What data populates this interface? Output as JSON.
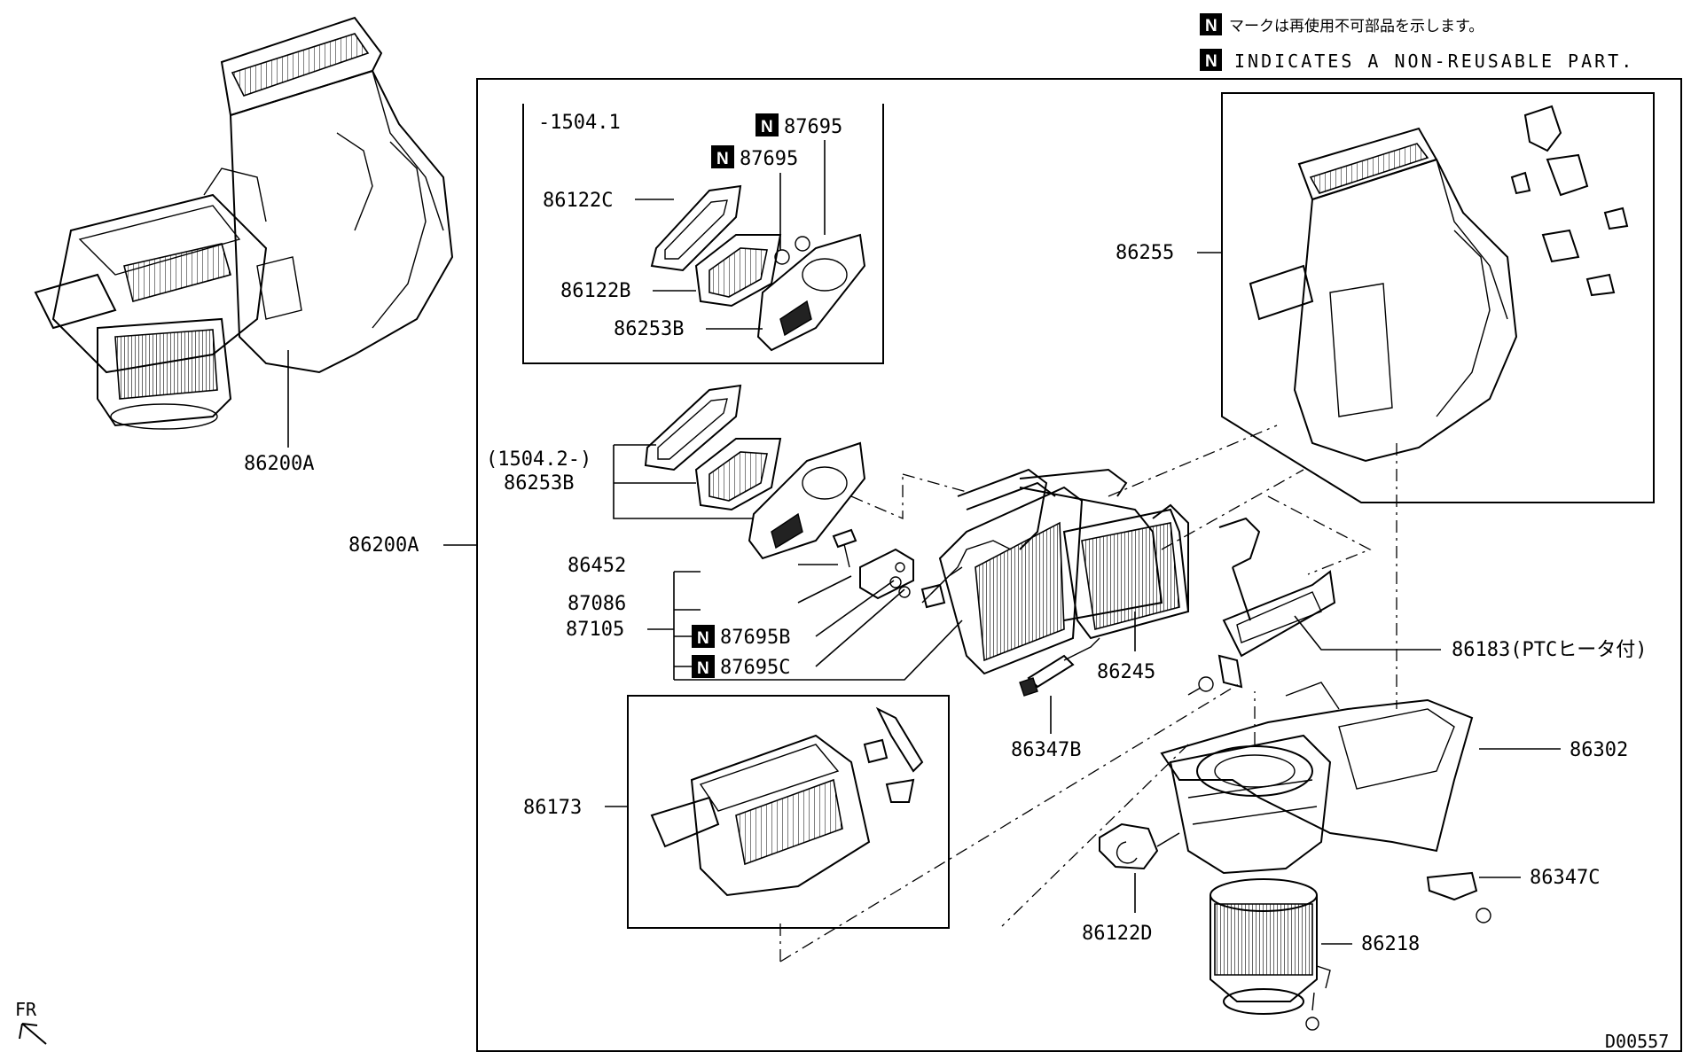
{
  "legend": {
    "mark": "N",
    "japanese": "マークは再使用不可部品を示します。",
    "english": "INDICATES A NON-REUSABLE PART."
  },
  "labels": {
    "l86200A_left": "86200A",
    "l86200A_main": "86200A",
    "l1504_1": "-1504.1",
    "l87695_a": "87695",
    "l87695_b": "87695",
    "l86122C": "86122C",
    "l86122B": "86122B",
    "l86253B_top": "86253B",
    "l1504_2": "(1504.2-)",
    "l86253B_mid": "86253B",
    "l86452": "86452",
    "l87086": "87086",
    "l87105": "87105",
    "l87695B": "87695B",
    "l87695C": "87695C",
    "l86245": "86245",
    "l86347B": "86347B",
    "l86173": "86173",
    "l86255": "86255",
    "l86183": "86183(PTCヒータ付)",
    "l86302": "86302",
    "l86347C": "86347C",
    "l86122D": "86122D",
    "l86218": "86218"
  },
  "footer": {
    "fr": "FR",
    "code": "D00557"
  }
}
